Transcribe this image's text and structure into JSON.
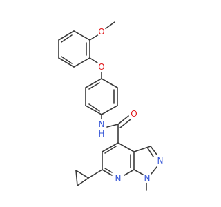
{
  "molecule": {
    "atoms": {
      "o_methoxy": {
        "text": "O",
        "color": "#e0191b"
      },
      "o_ether": {
        "text": "O",
        "color": "#e0191b"
      },
      "nh": {
        "text": "N",
        "h": "H",
        "color": "#3253d6"
      },
      "o_carbonyl": {
        "text": "O",
        "color": "#e0191b"
      },
      "n_pyr": {
        "text": "N",
        "color": "#3253d6"
      },
      "n_methyl": {
        "text": "N",
        "color": "#3253d6"
      },
      "n_pyridine": {
        "text": "N",
        "color": "#3253d6"
      }
    },
    "colors": {
      "bond": "#3a3a3a"
    }
  }
}
